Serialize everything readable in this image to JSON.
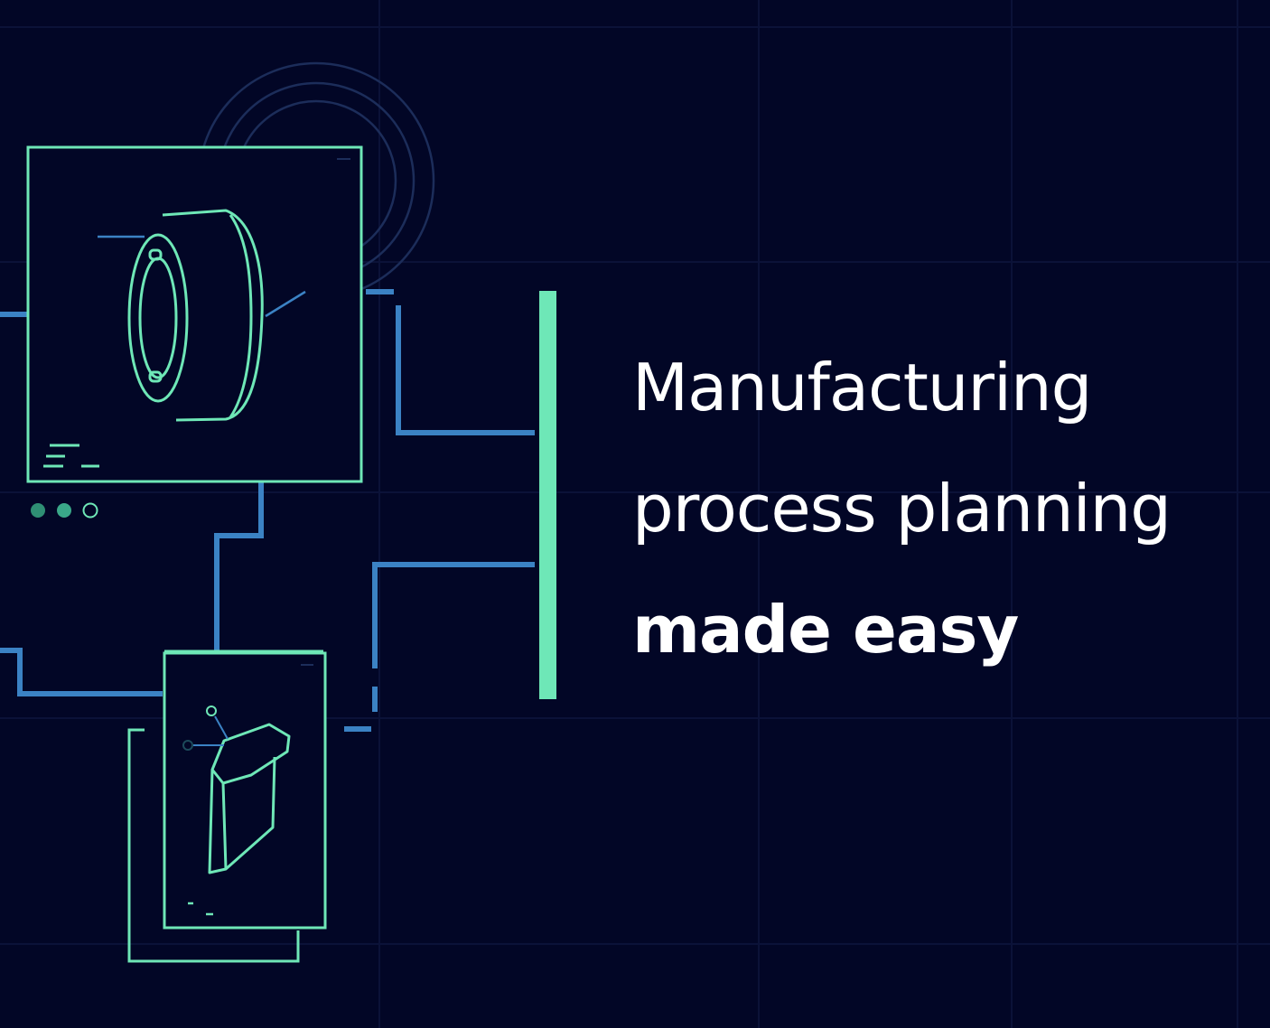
{
  "headline": {
    "line1": "Manufacturing",
    "line2": "process planning",
    "line3": "made easy"
  },
  "colors": {
    "background": "#020626",
    "accent_green": "#6ee7b7",
    "connector_blue": "#3b82c4",
    "ring": "#1c2d5a",
    "grid": "#0b1238",
    "text": "#ffffff"
  },
  "indicator_dots": {
    "count": 3,
    "active": 2
  },
  "icons": {
    "top_card": "3d-dome-part-icon",
    "bottom_card": "3d-prism-part-icon"
  }
}
